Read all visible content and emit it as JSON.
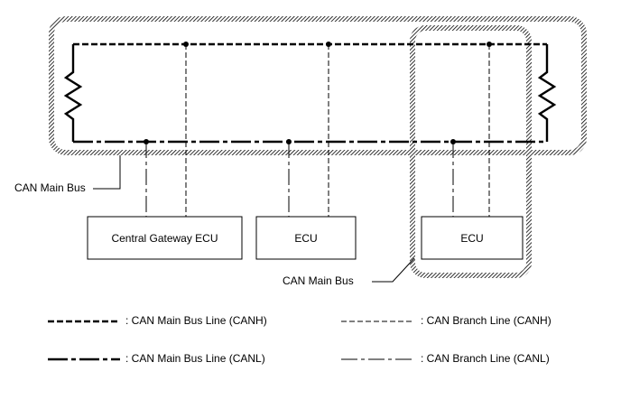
{
  "ecus": [
    {
      "label": "Central Gateway ECU"
    },
    {
      "label": "ECU"
    },
    {
      "label": "ECU"
    }
  ],
  "callouts": {
    "main_bus_left": "CAN Main Bus",
    "main_bus_bottom": "CAN Main Bus"
  },
  "legend": {
    "main_canh": ": CAN Main Bus Line (CANH)",
    "main_canl": ": CAN Main Bus Line (CANL)",
    "branch_canh": ": CAN Branch Line (CANH)",
    "branch_canl": ": CAN Branch Line (CANL)"
  },
  "colors": {
    "line": "#000000",
    "hatch": "#000000",
    "background": "#ffffff"
  }
}
